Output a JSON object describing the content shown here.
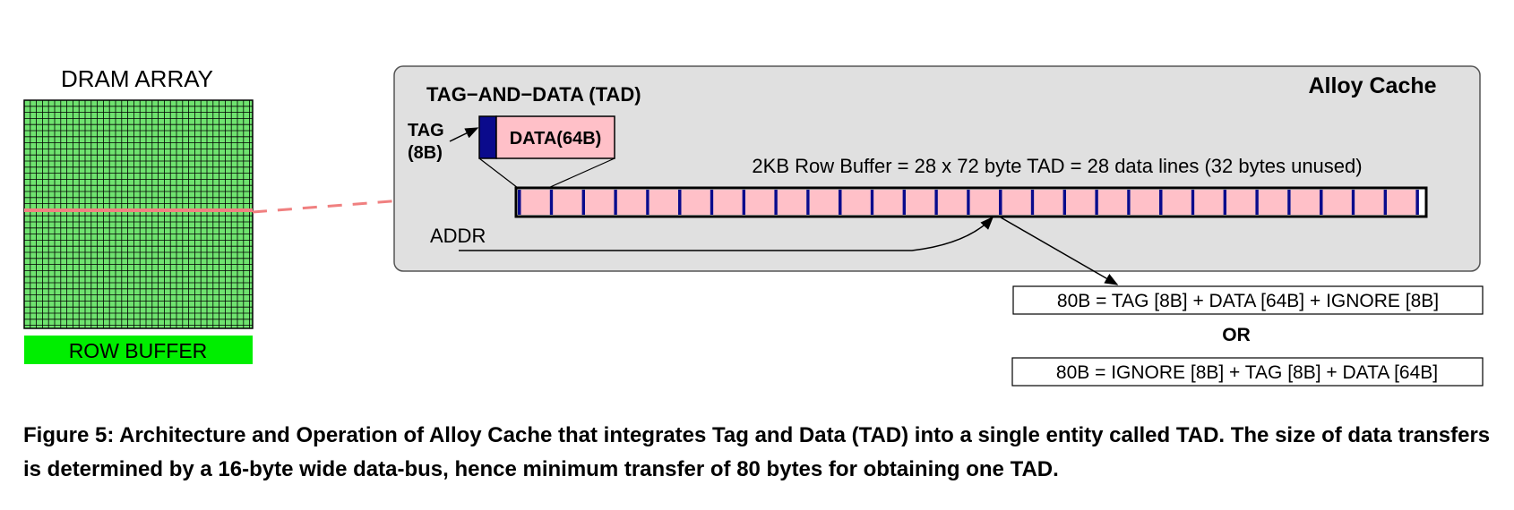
{
  "dram": {
    "title": "DRAM ARRAY",
    "row_buffer_label": "ROW BUFFER",
    "grid_color": "#6fe36f",
    "highlight_row_color": "#f08080"
  },
  "alloy": {
    "title": "Alloy Cache",
    "tad_heading": "TAG−AND−DATA (TAD)",
    "tag_label_line1": "TAG",
    "tag_label_line2": "(8B)",
    "data_label": "DATA(64B)",
    "row_buffer_desc": "2KB Row Buffer = 28 x 72 byte TAD = 28 data lines (32 bytes unused)",
    "addr_label": "ADDR",
    "tad_count": 28,
    "tag_color": "#0a0a8c",
    "data_color": "#ffc0c8",
    "panel_color": "#e0e0e0"
  },
  "formats": {
    "option1": "80B = TAG [8B] + DATA [64B] + IGNORE [8B]",
    "or_label": "OR",
    "option2": "80B = IGNORE [8B] + TAG [8B] + DATA [64B]"
  },
  "caption": {
    "text": "Figure 5: Architecture and Operation of Alloy Cache that integrates Tag and Data (TAD) into a single entity called TAD. The size of data transfers is determined by a 16-byte wide data-bus, hence minimum transfer of 80 bytes for obtaining one TAD."
  }
}
